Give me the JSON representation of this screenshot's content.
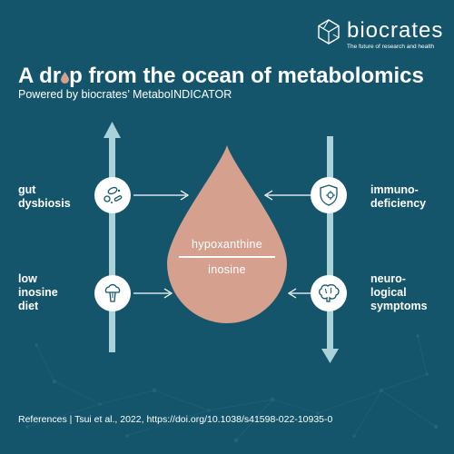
{
  "brand": {
    "name": "biocrates",
    "tagline": "The future of research and health",
    "icon": "hexagon-network-icon"
  },
  "headline": {
    "title_before": "A dr",
    "title_after": "p from the ocean of metabolomics",
    "subtitle": "Powered by biocrates’ MetaboINDICATOR"
  },
  "ratio": {
    "numerator": "hypoxanthine",
    "denominator": "inosine"
  },
  "factors": {
    "gut": {
      "label": "gut\ndysbiosis",
      "icon": "bacteria-icon"
    },
    "diet": {
      "label": "low\ninosine\ndiet",
      "icon": "broccoli-icon"
    },
    "immuno": {
      "label": "immuno-\ndeficiency",
      "icon": "shield-virus-icon"
    },
    "neuro": {
      "label": "neuro-\nlogical\nsymptoms",
      "icon": "brain-icon"
    }
  },
  "reference": "References | Tsui et al., 2022, https://doi.org/10.1038/s41598-022-10935-0",
  "colors": {
    "background": "#14556b",
    "drop": "#d6a08f",
    "arrow": "#a9d3d8"
  }
}
